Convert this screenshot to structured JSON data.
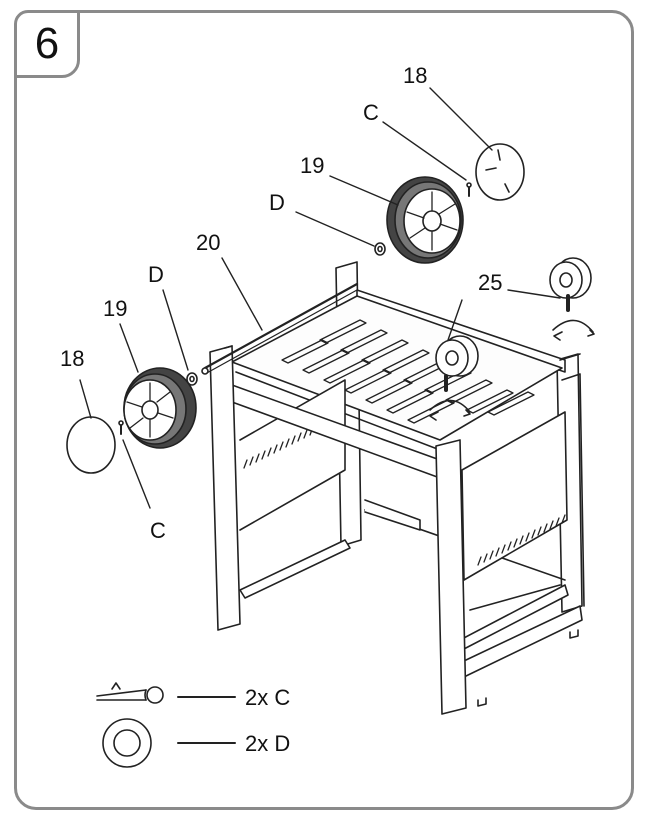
{
  "step_number": "6",
  "callouts": {
    "cap_right": "18",
    "clip_right": "C",
    "wheel_right": "19",
    "washer_right": "D",
    "axle": "20",
    "caster": "25",
    "washer_left": "D",
    "wheel_left": "19",
    "cap_left": "18",
    "clip_left": "C"
  },
  "legend": [
    {
      "icon": "cotter-pin-icon",
      "text": "2x C"
    },
    {
      "icon": "washer-icon",
      "text": "2x D"
    }
  ]
}
